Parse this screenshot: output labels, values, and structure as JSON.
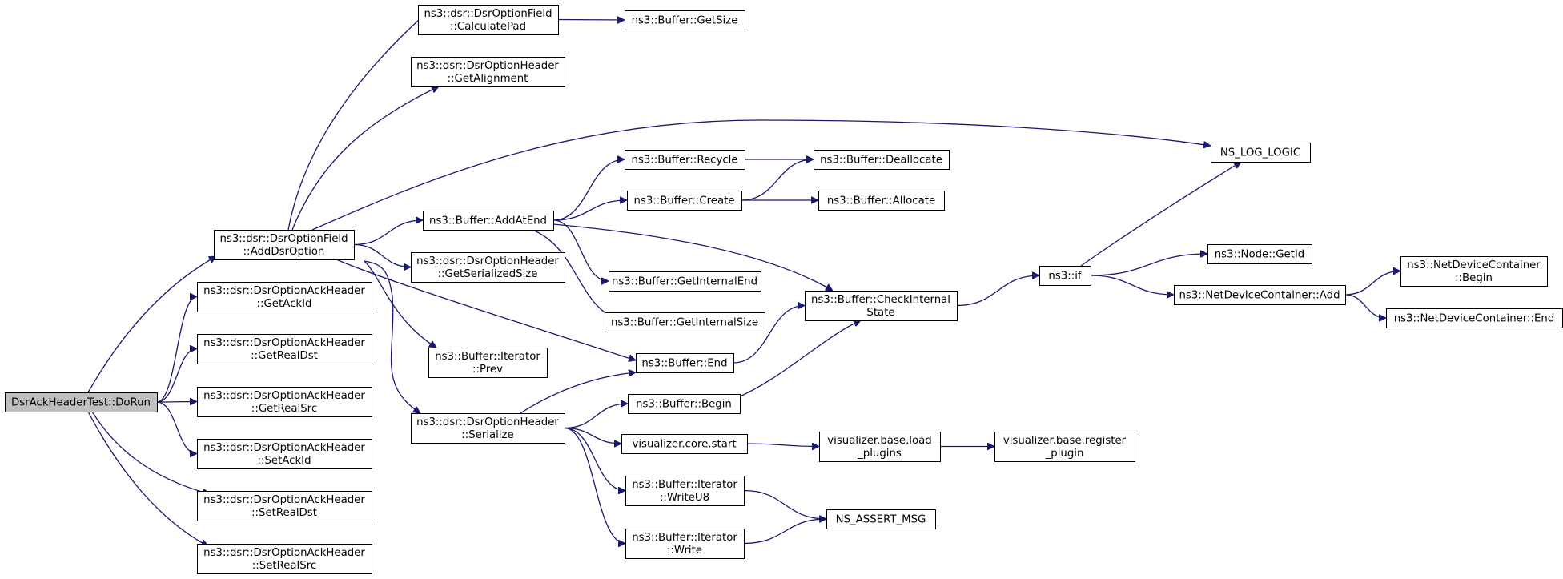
{
  "colors": {
    "edge": "#191970",
    "root_fill": "#bfbfbf",
    "node_fill": "#ffffff",
    "border": "#000000"
  },
  "nodes": {
    "doRun": [
      "DsrAckHeaderTest::DoRun"
    ],
    "addDsrOption": [
      "ns3::dsr::DsrOptionField",
      "::AddDsrOption"
    ],
    "getAckId": [
      "ns3::dsr::DsrOptionAckHeader",
      "::GetAckId"
    ],
    "getRealDst": [
      "ns3::dsr::DsrOptionAckHeader",
      "::GetRealDst"
    ],
    "getRealSrc": [
      "ns3::dsr::DsrOptionAckHeader",
      "::GetRealSrc"
    ],
    "setAckId": [
      "ns3::dsr::DsrOptionAckHeader",
      "::SetAckId"
    ],
    "setRealDst": [
      "ns3::dsr::DsrOptionAckHeader",
      "::SetRealDst"
    ],
    "setRealSrc": [
      "ns3::dsr::DsrOptionAckHeader",
      "::SetRealSrc"
    ],
    "calculatePad": [
      "ns3::dsr::DsrOptionField",
      "::CalculatePad"
    ],
    "getAlignment": [
      "ns3::dsr::DsrOptionHeader",
      "::GetAlignment"
    ],
    "addAtEnd": [
      "ns3::Buffer::AddAtEnd"
    ],
    "getSerializedSize": [
      "ns3::dsr::DsrOptionHeader",
      "::GetSerializedSize"
    ],
    "iterPrev": [
      "ns3::Buffer::Iterator",
      "::Prev"
    ],
    "serialize": [
      "ns3::dsr::DsrOptionHeader",
      "::Serialize"
    ],
    "getSize": [
      "ns3::Buffer::GetSize"
    ],
    "recycle": [
      "ns3::Buffer::Recycle"
    ],
    "create": [
      "ns3::Buffer::Create"
    ],
    "getInternalEnd": [
      "ns3::Buffer::GetInternalEnd"
    ],
    "getInternalSize": [
      "ns3::Buffer::GetInternalSize"
    ],
    "bufEnd": [
      "ns3::Buffer::End"
    ],
    "bufBegin": [
      "ns3::Buffer::Begin"
    ],
    "vizStart": [
      "visualizer.core.start"
    ],
    "writeU8": [
      "ns3::Buffer::Iterator",
      "::WriteU8"
    ],
    "write": [
      "ns3::Buffer::Iterator",
      "::Write"
    ],
    "deallocate": [
      "ns3::Buffer::Deallocate"
    ],
    "allocate": [
      "ns3::Buffer::Allocate"
    ],
    "checkInternal": [
      "ns3::Buffer::CheckInternal",
      "State"
    ],
    "loadPlugins": [
      "visualizer.base.load",
      "_plugins"
    ],
    "assertMsg": [
      "NS_ASSERT_MSG"
    ],
    "nsLogLogic": [
      "NS_LOG_LOGIC"
    ],
    "nsIf": [
      "ns3::if"
    ],
    "registerPlugin": [
      "visualizer.base.register",
      "_plugin"
    ],
    "nodeGetId": [
      "ns3::Node::GetId"
    ],
    "ndcAdd": [
      "ns3::NetDeviceContainer::Add"
    ],
    "ndcBegin": [
      "ns3::NetDeviceContainer",
      "::Begin"
    ],
    "ndcEnd": [
      "ns3::NetDeviceContainer::End"
    ]
  },
  "edges": [
    [
      "doRun",
      "addDsrOption"
    ],
    [
      "doRun",
      "getAckId"
    ],
    [
      "doRun",
      "getRealDst"
    ],
    [
      "doRun",
      "getRealSrc"
    ],
    [
      "doRun",
      "setAckId"
    ],
    [
      "doRun",
      "setRealDst"
    ],
    [
      "doRun",
      "setRealSrc"
    ],
    [
      "addDsrOption",
      "calculatePad"
    ],
    [
      "addDsrOption",
      "getAlignment"
    ],
    [
      "addDsrOption",
      "nsLogLogic"
    ],
    [
      "addDsrOption",
      "addAtEnd"
    ],
    [
      "addDsrOption",
      "getSerializedSize"
    ],
    [
      "addDsrOption",
      "iterPrev"
    ],
    [
      "addDsrOption",
      "serialize"
    ],
    [
      "addDsrOption",
      "bufEnd"
    ],
    [
      "calculatePad",
      "getSize"
    ],
    [
      "addAtEnd",
      "recycle"
    ],
    [
      "addAtEnd",
      "create"
    ],
    [
      "addAtEnd",
      "getInternalEnd"
    ],
    [
      "addAtEnd",
      "getInternalSize"
    ],
    [
      "addAtEnd",
      "checkInternal"
    ],
    [
      "recycle",
      "deallocate"
    ],
    [
      "create",
      "deallocate"
    ],
    [
      "create",
      "allocate"
    ],
    [
      "bufEnd",
      "checkInternal"
    ],
    [
      "bufBegin",
      "checkInternal"
    ],
    [
      "checkInternal",
      "nsIf"
    ],
    [
      "nsIf",
      "nsLogLogic"
    ],
    [
      "nsIf",
      "nodeGetId"
    ],
    [
      "nsIf",
      "ndcAdd"
    ],
    [
      "ndcAdd",
      "ndcBegin"
    ],
    [
      "ndcAdd",
      "ndcEnd"
    ],
    [
      "serialize",
      "bufEnd"
    ],
    [
      "serialize",
      "bufBegin"
    ],
    [
      "serialize",
      "vizStart"
    ],
    [
      "serialize",
      "writeU8"
    ],
    [
      "serialize",
      "write"
    ],
    [
      "vizStart",
      "loadPlugins"
    ],
    [
      "loadPlugins",
      "registerPlugin"
    ],
    [
      "writeU8",
      "assertMsg"
    ],
    [
      "write",
      "assertMsg"
    ]
  ]
}
